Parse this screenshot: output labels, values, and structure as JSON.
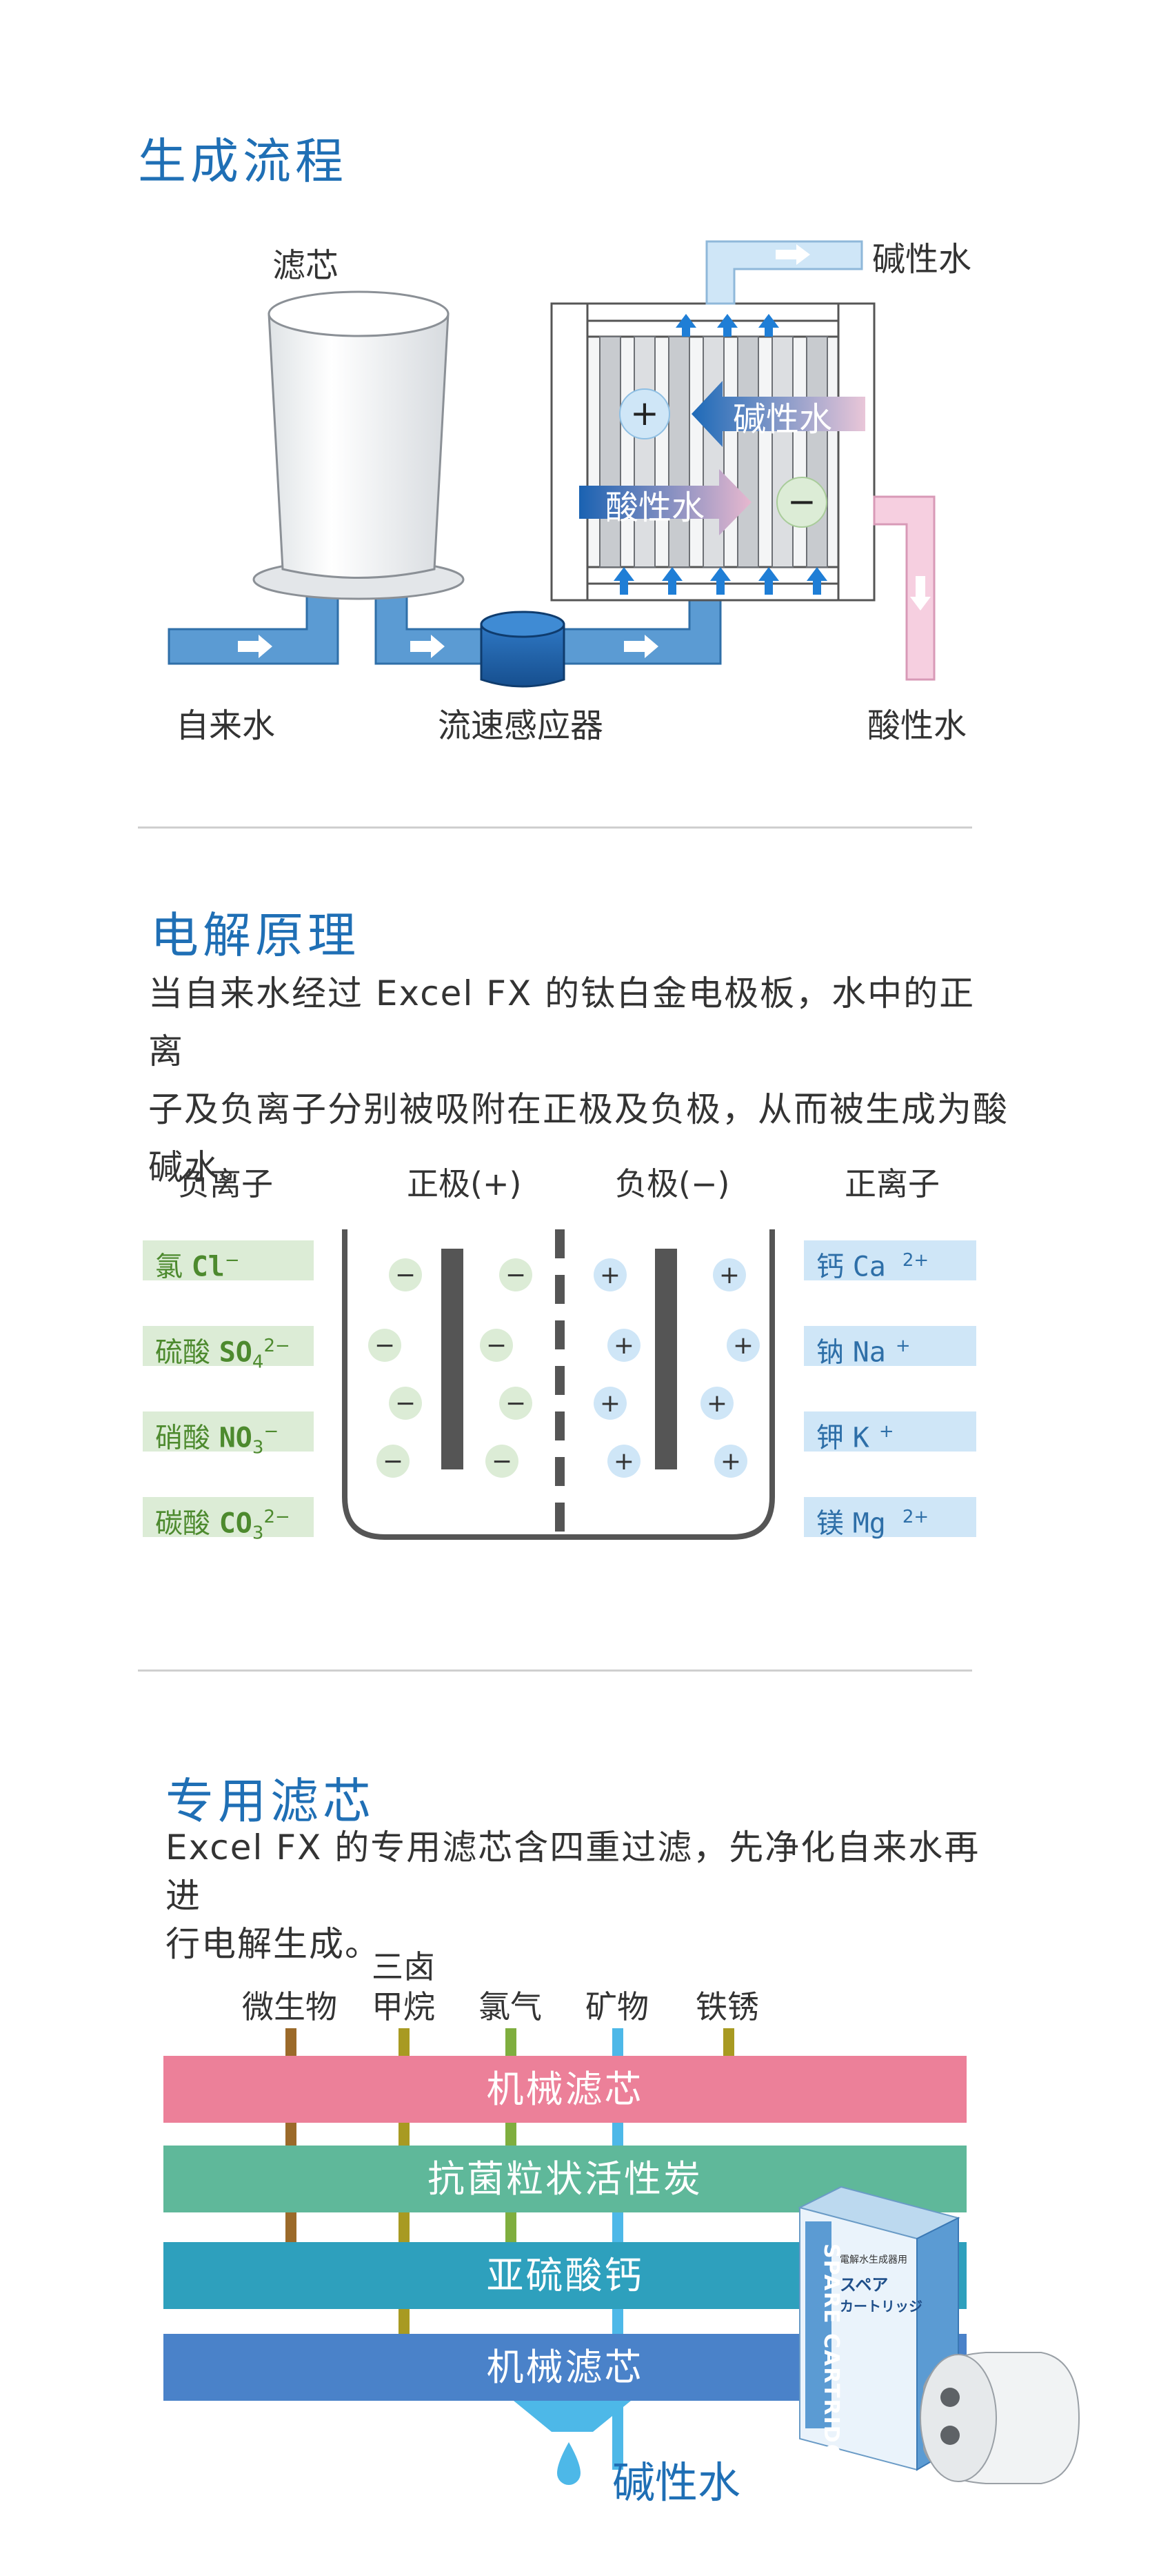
{
  "section1": {
    "title": "生成流程",
    "labels": {
      "filter": "滤芯",
      "alkaline_out": "碱性水",
      "inner_alkaline": "碱性水",
      "inner_acid": "酸性水",
      "tap_water": "自来水",
      "flow_sensor": "流速感应器",
      "acid_out": "酸性水"
    }
  },
  "section2": {
    "title": "电解原理",
    "paragraph": [
      "当自来水经过 Excel FX 的钛白金电极板，水中的正离",
      "子及负离子分别被吸附在正极及负极，从而被生成为酸",
      "碱水。"
    ],
    "headers": {
      "anions": "负离子",
      "anode": "正极(+)",
      "cathode": "负极(−)",
      "cations": "正离子"
    },
    "anions": [
      {
        "name": "氯",
        "formula": "Cl",
        "sub": "",
        "charge": "−"
      },
      {
        "name": "硫酸",
        "formula": "SO",
        "sub": "4",
        "charge": "2−"
      },
      {
        "name": "硝酸",
        "formula": "NO",
        "sub": "3",
        "charge": "−"
      },
      {
        "name": "碳酸",
        "formula": "CO",
        "sub": "3",
        "charge": "2−"
      }
    ],
    "cations": [
      {
        "name": "钙",
        "formula": "Ca",
        "charge": "2+"
      },
      {
        "name": "钠",
        "formula": "Na",
        "charge": "+"
      },
      {
        "name": "钾",
        "formula": "K",
        "charge": "+"
      },
      {
        "name": "镁",
        "formula": "Mg",
        "charge": "2+"
      }
    ],
    "symbols": {
      "minus": "−",
      "plus": "+"
    }
  },
  "section3": {
    "title": "专用滤芯",
    "paragraph": [
      "Excel FX 的专用滤芯含四重过滤，先净化自来水再进",
      "行电解生成。"
    ],
    "contaminants": [
      {
        "label": "微生物",
        "color": "#9b6a2a"
      },
      {
        "label": "三卤\n甲烷",
        "color": "#a89a22"
      },
      {
        "label": "氯气",
        "color": "#7fae3f"
      },
      {
        "label": "矿物",
        "color": "#4db8e8"
      },
      {
        "label": "铁锈",
        "color": "#a89a22"
      }
    ],
    "filters": [
      {
        "label": "机械滤芯",
        "color": "#ec8099"
      },
      {
        "label": "抗菌粒状活性炭",
        "color": "#5fb89a"
      },
      {
        "label": "亚硫酸钙",
        "color": "#2ea0bd"
      },
      {
        "label": "机械滤芯",
        "color": "#4a82c9"
      }
    ],
    "output": "碱性水",
    "cartridge_box": {
      "vertical_text": "SPARE CARTRIDGE",
      "title_jp": "スペア\nカートリッジ",
      "top_jp": "電解水生成器用"
    }
  }
}
